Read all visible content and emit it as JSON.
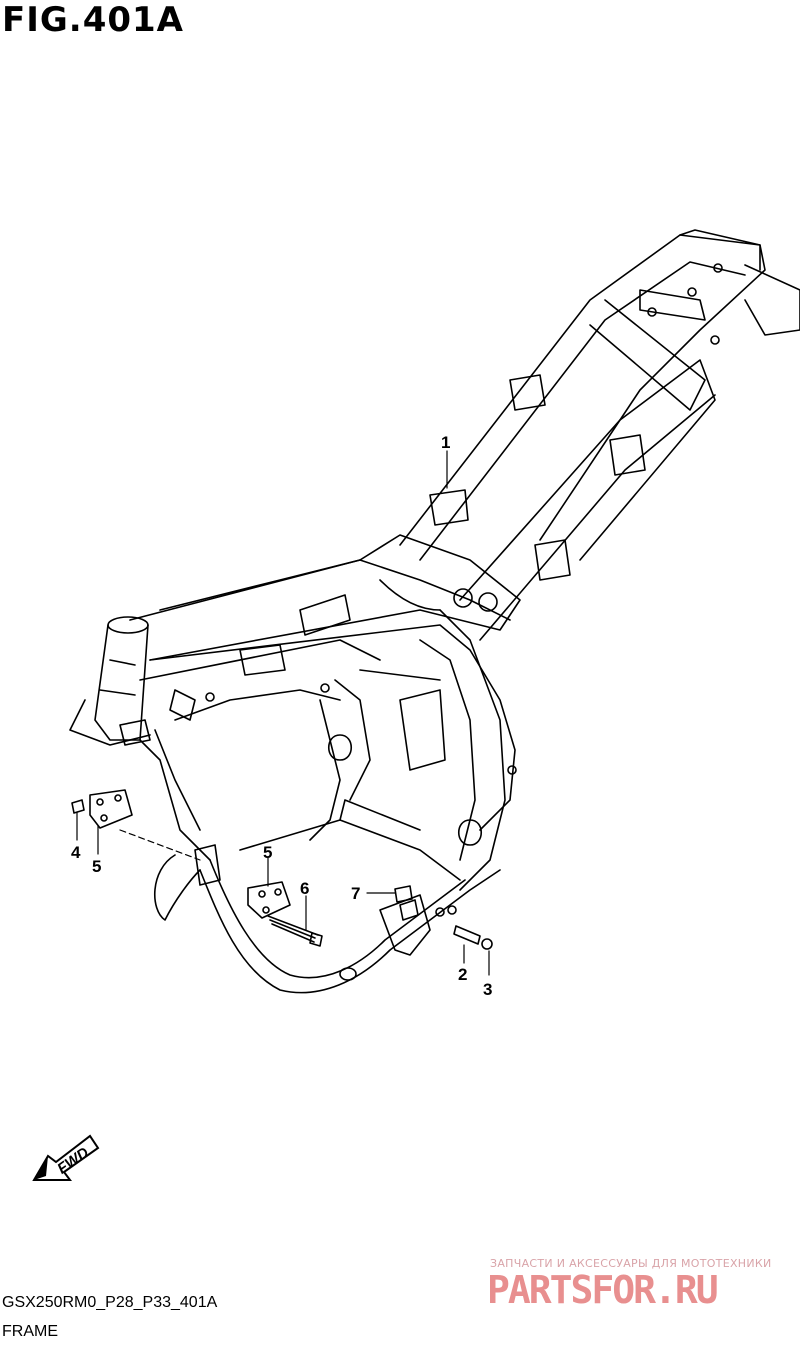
{
  "header": {
    "figure_title": "FIG.401A"
  },
  "callouts": [
    "1",
    "2",
    "3",
    "4",
    "5",
    "5",
    "6",
    "7"
  ],
  "fwd_label": "FWD",
  "footer": {
    "diagram_code": "GSX250RM0_P28_P33_401A",
    "diagram_name": "FRAME"
  },
  "watermark": {
    "tagline": "ЗАПЧАСТИ И АКСЕССУАРЫ ДЛЯ МОТОТЕХНИКИ",
    "brand": "PARTSFOR.RU"
  }
}
